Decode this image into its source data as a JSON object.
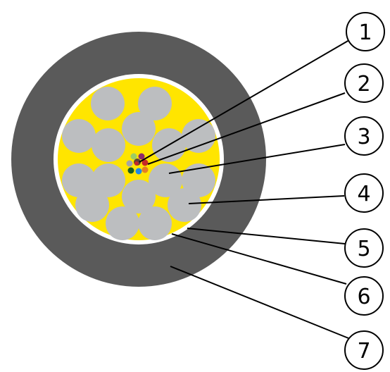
{
  "callouts": [
    {
      "number": "1"
    },
    {
      "number": "2"
    },
    {
      "number": "3"
    },
    {
      "number": "4"
    },
    {
      "number": "5"
    },
    {
      "number": "6"
    },
    {
      "number": "7"
    }
  ],
  "colors": {
    "outer_jacket": "#5a5a5a",
    "armor_ring": "#ffffff",
    "filling_compound": "#ffe500",
    "steel_wire": "#bcbec0",
    "callout_stroke": "#000000",
    "fibers": [
      "#2e7d32",
      "#9ccc65",
      "#8e2a6a",
      "#1e88e5",
      "#e67e22",
      "#c62828",
      "#a5a5a5",
      "#5d4037",
      "#1b5e20"
    ]
  }
}
